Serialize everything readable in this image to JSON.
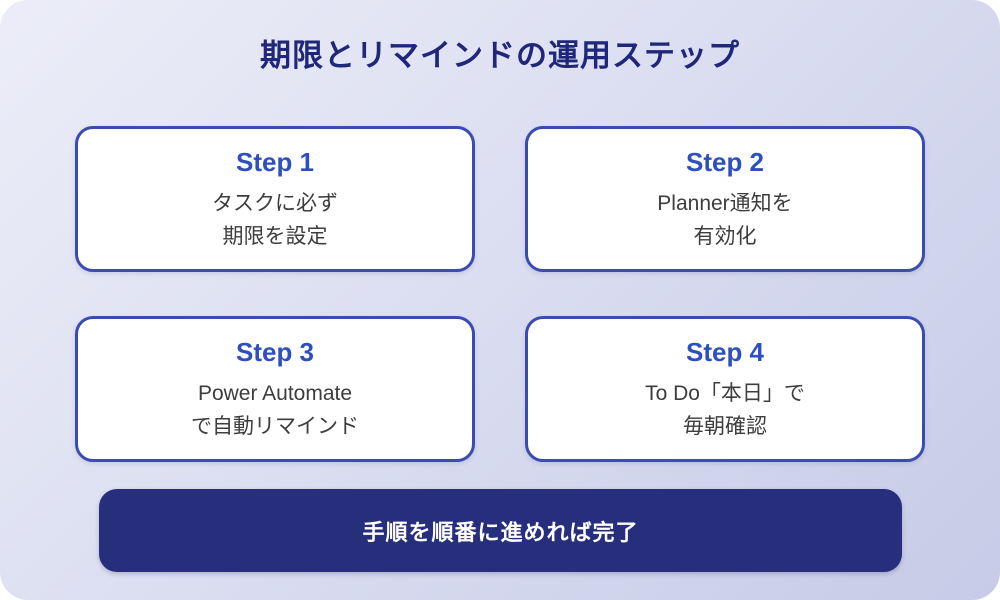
{
  "page": {
    "title": "期限とリマインドの運用ステップ"
  },
  "steps": [
    {
      "label": "Step 1",
      "line1": "タスクに必ず",
      "line2": "期限を設定"
    },
    {
      "label": "Step 2",
      "line1": "Planner通知を",
      "line2": "有効化"
    },
    {
      "label": "Step 3",
      "line1": "Power Automate",
      "line2": "で自動リマインド"
    },
    {
      "label": "Step 4",
      "line1": "To Do「本日」で",
      "line2": "毎朝確認"
    }
  ],
  "footer": {
    "label": "手順を順番に進めれば完了"
  },
  "colors": {
    "background_gradient_start": "#ecedf8",
    "background_gradient_end": "#c6cbe7",
    "card_border": "#3b4cb1",
    "card_background": "#ffffff",
    "step_label": "#2d4fc0",
    "body_text": "#3d3d3d",
    "title_text": "#20277b",
    "banner_background": "#272f7d",
    "banner_text": "#ffffff"
  }
}
